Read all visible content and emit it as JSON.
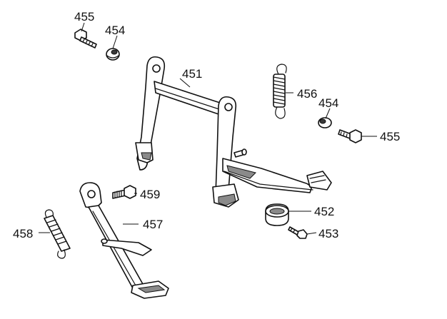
{
  "labels": {
    "p451": "451",
    "p452": "452",
    "p453": "453",
    "p454a": "454",
    "p454b": "454",
    "p455a": "455",
    "p455b": "455",
    "p456": "456",
    "p457": "457",
    "p458": "458",
    "p459": "459"
  },
  "colors": {
    "line": "#111111",
    "shade": "#8a8a8a",
    "background": "#ffffff"
  }
}
